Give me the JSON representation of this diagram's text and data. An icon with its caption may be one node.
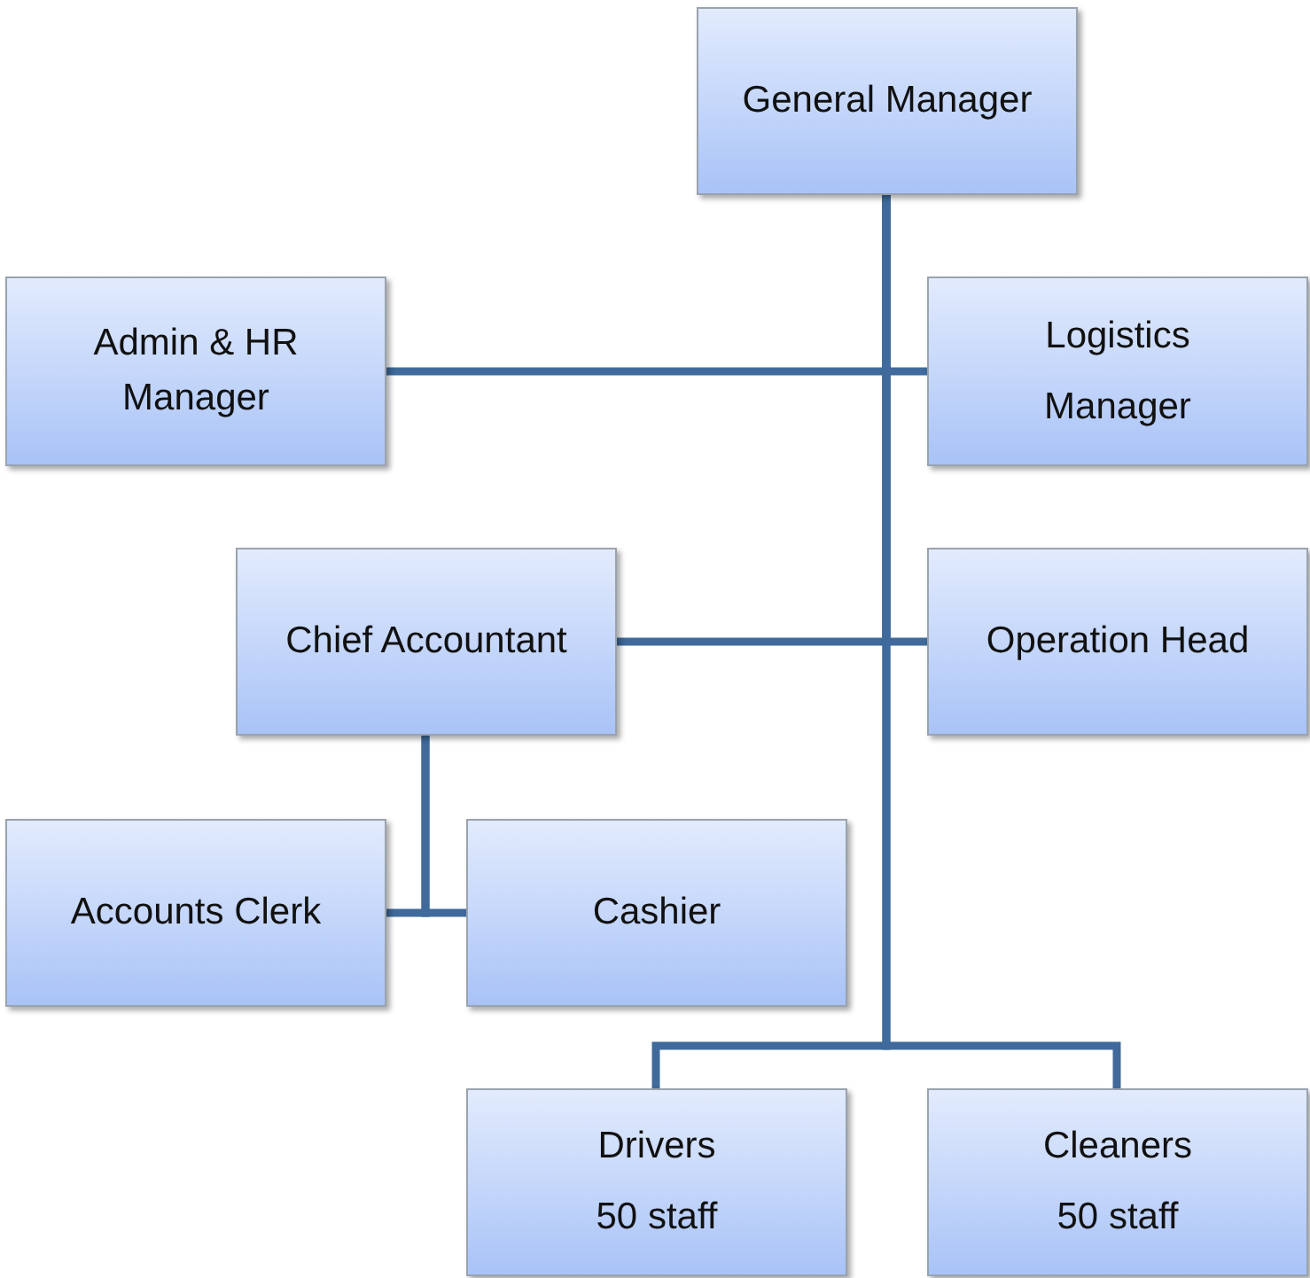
{
  "diagram": {
    "nodes": [
      {
        "text": [
          "General Manager"
        ]
      },
      {
        "text": [
          "Admin & HR Manager"
        ]
      },
      {
        "text": [
          "Logistics Manager"
        ]
      },
      {
        "text": [
          "Chief Accountant"
        ]
      },
      {
        "text": [
          "Operation Head"
        ]
      },
      {
        "text": [
          "Accounts Clerk"
        ]
      },
      {
        "text": [
          "Cashier"
        ]
      },
      {
        "text": [
          "Drivers",
          "50 staff"
        ]
      },
      {
        "text": [
          "Cleaners",
          "50 staff"
        ]
      }
    ],
    "edges": [
      {
        "from": 0,
        "to": 1,
        "arrow": "none"
      },
      {
        "from": 0,
        "to": 2,
        "arrow": "none"
      },
      {
        "from": 0,
        "to": 3,
        "arrow": "none"
      },
      {
        "from": 0,
        "to": 4,
        "arrow": "none"
      },
      {
        "from": 0,
        "to": 7,
        "arrow": "none"
      },
      {
        "from": 0,
        "to": 8,
        "arrow": "none"
      },
      {
        "from": 3,
        "to": 5,
        "arrow": "none"
      },
      {
        "from": 3,
        "to": 6,
        "arrow": "none"
      }
    ]
  }
}
